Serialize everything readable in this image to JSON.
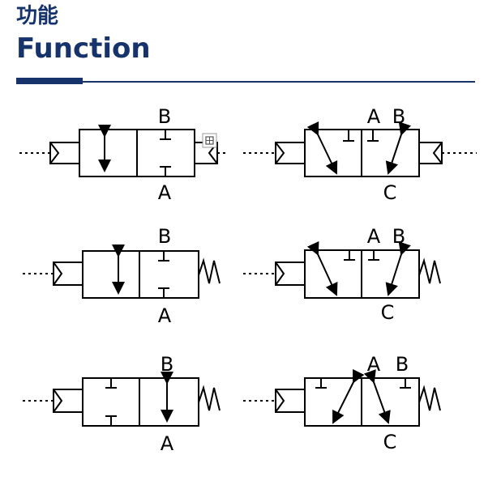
{
  "header": {
    "title_zh": "功能",
    "title_en": "Function",
    "accent_color": "#16346b"
  },
  "diagrams": [
    {
      "id": "two-way-valve-double",
      "labels": {
        "top": "B",
        "bottom": "A"
      }
    },
    {
      "id": "three-way-valve-double",
      "labels": {
        "top_left": "A",
        "top_right": "B",
        "bottom": "C"
      }
    },
    {
      "id": "two-way-valve-nc-spring",
      "labels": {
        "top": "B",
        "bottom": "A"
      }
    },
    {
      "id": "three-way-valve-spring-a",
      "labels": {
        "top_left": "A",
        "top_right": "B",
        "bottom": "C"
      }
    },
    {
      "id": "two-way-valve-no-spring",
      "labels": {
        "top": "B",
        "bottom": "A"
      }
    },
    {
      "id": "three-way-valve-spring-b",
      "labels": {
        "top_left": "A",
        "top_right": "B",
        "bottom": "C"
      }
    }
  ],
  "overlay_icon": "grid-select-icon"
}
